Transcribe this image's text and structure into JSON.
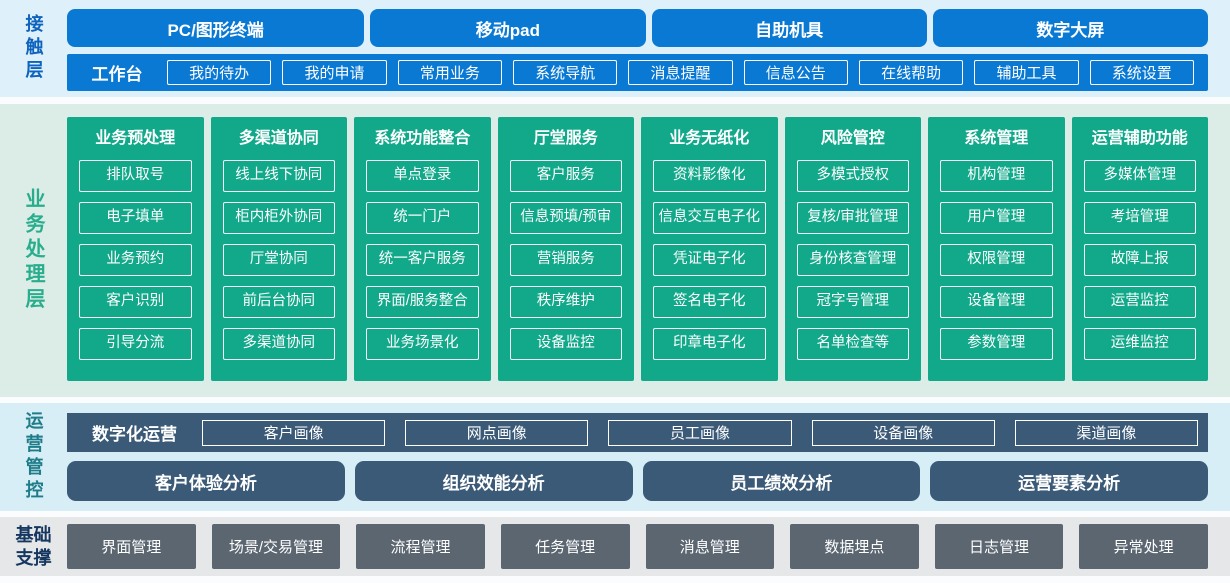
{
  "contact_layer": {
    "label": "接触层",
    "terminals": [
      "PC/图形终端",
      "移动pad",
      "自助机具",
      "数字大屏"
    ],
    "workbench_label": "工作台",
    "workbench_items": [
      "我的待办",
      "我的申请",
      "常用业务",
      "系统导航",
      "消息提醒",
      "信息公告",
      "在线帮助",
      "辅助工具",
      "系统设置"
    ]
  },
  "business_layer": {
    "label": "业务处理层",
    "columns": [
      {
        "title": "业务预处理",
        "items": [
          "排队取号",
          "电子填单",
          "业务预约",
          "客户识别",
          "引导分流"
        ]
      },
      {
        "title": "多渠道协同",
        "items": [
          "线上线下协同",
          "柜内柜外协同",
          "厅堂协同",
          "前后台协同",
          "多渠道协同"
        ]
      },
      {
        "title": "系统功能整合",
        "items": [
          "单点登录",
          "统一门户",
          "统一客户服务",
          "界面/服务整合",
          "业务场景化"
        ]
      },
      {
        "title": "厅堂服务",
        "items": [
          "客户服务",
          "信息预填/预审",
          "营销服务",
          "秩序维护",
          "设备监控"
        ]
      },
      {
        "title": "业务无纸化",
        "items": [
          "资料影像化",
          "信息交互电子化",
          "凭证电子化",
          "签名电子化",
          "印章电子化"
        ]
      },
      {
        "title": "风险管控",
        "items": [
          "多模式授权",
          "复核/审批管理",
          "身份核查管理",
          "冠字号管理",
          "名单检查等"
        ]
      },
      {
        "title": "系统管理",
        "items": [
          "机构管理",
          "用户管理",
          "权限管理",
          "设备管理",
          "参数管理"
        ]
      },
      {
        "title": "运营辅助功能",
        "items": [
          "多媒体管理",
          "考培管理",
          "故障上报",
          "运营监控",
          "运维监控"
        ]
      }
    ]
  },
  "operations_layer": {
    "label": "运营管控",
    "digital_label": "数字化运营",
    "profile_items": [
      "客户画像",
      "网点画像",
      "员工画像",
      "设备画像",
      "渠道画像"
    ],
    "analysis_items": [
      "客户体验分析",
      "组织效能分析",
      "员工绩效分析",
      "运营要素分析"
    ]
  },
  "foundation_layer": {
    "label": "基础支撑",
    "items": [
      "界面管理",
      "场景/交易管理",
      "流程管理",
      "任务管理",
      "消息管理",
      "数据埋点",
      "日志管理",
      "异常处理"
    ]
  },
  "colors": {
    "blue": "#0a79d4",
    "green": "#12a98b",
    "slate": "#3b5a78",
    "gray": "#5b6671",
    "bg-contact": "#def0fa",
    "bg-business": "#dcece6",
    "bg-operations": "#d8eef6",
    "bg-foundation": "#e5e7e9",
    "label-contact": "#0d63bd",
    "label-business": "#28ae8d",
    "label-operations": "#1f7d8a",
    "label-foundation": "#15375f"
  }
}
